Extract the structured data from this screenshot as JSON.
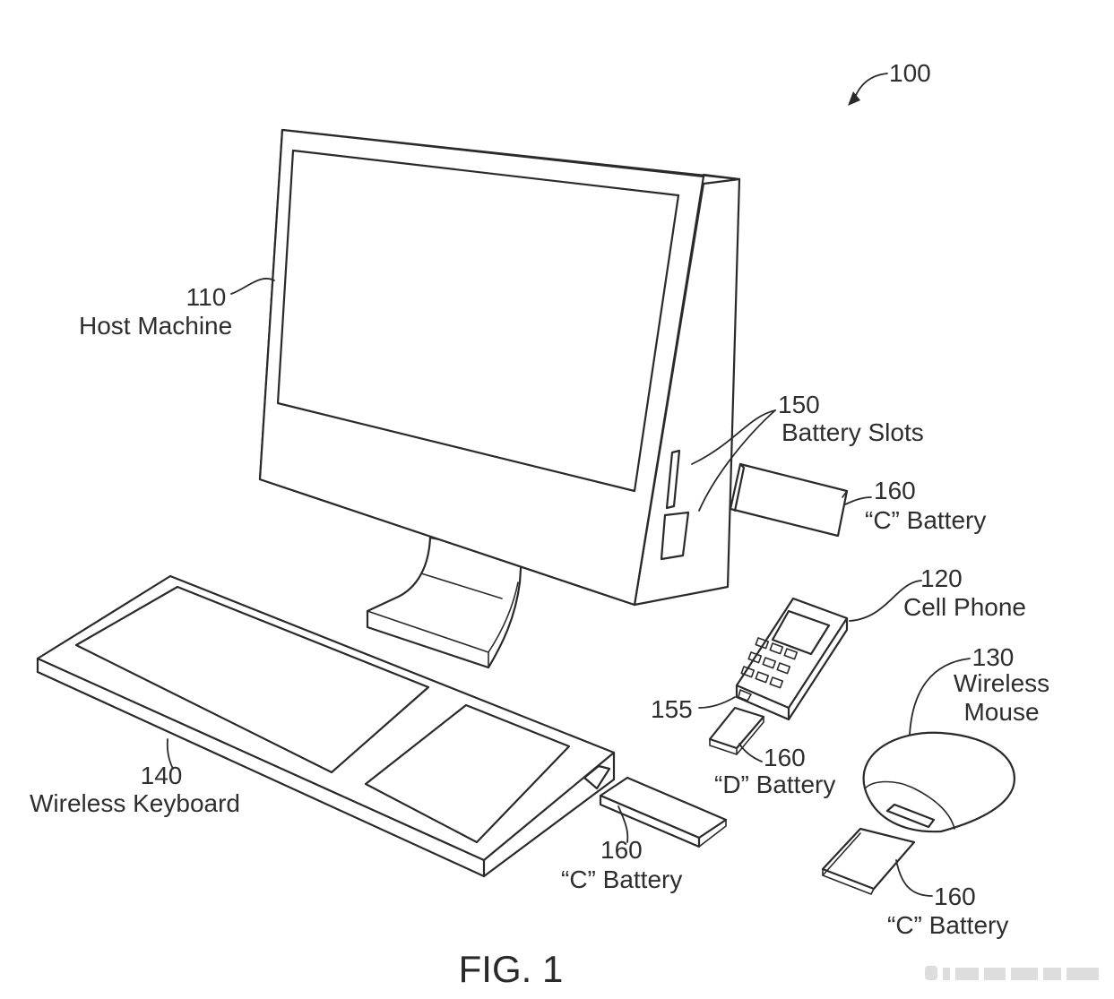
{
  "figure": {
    "ref_100": "100",
    "host_machine": {
      "number": "110",
      "name": "Host Machine"
    },
    "battery_slots": {
      "number": "150",
      "name": "Battery Slots"
    },
    "c_battery_host": {
      "number": "160",
      "name": "“C” Battery"
    },
    "cell_phone": {
      "number": "120",
      "name": "Cell Phone"
    },
    "wireless_mouse": {
      "number": "130",
      "name_line1": "Wireless",
      "name_line2": "Mouse"
    },
    "phone_slot": {
      "number": "155"
    },
    "d_battery": {
      "number": "160",
      "name": "“D” Battery"
    },
    "wireless_keyboard": {
      "number": "140",
      "name": "Wireless Keyboard"
    },
    "c_battery_keyboard": {
      "number": "160",
      "name": "“C” Battery"
    },
    "c_battery_mouse": {
      "number": "160",
      "name": "“C” Battery"
    },
    "caption": "FIG. 1"
  }
}
